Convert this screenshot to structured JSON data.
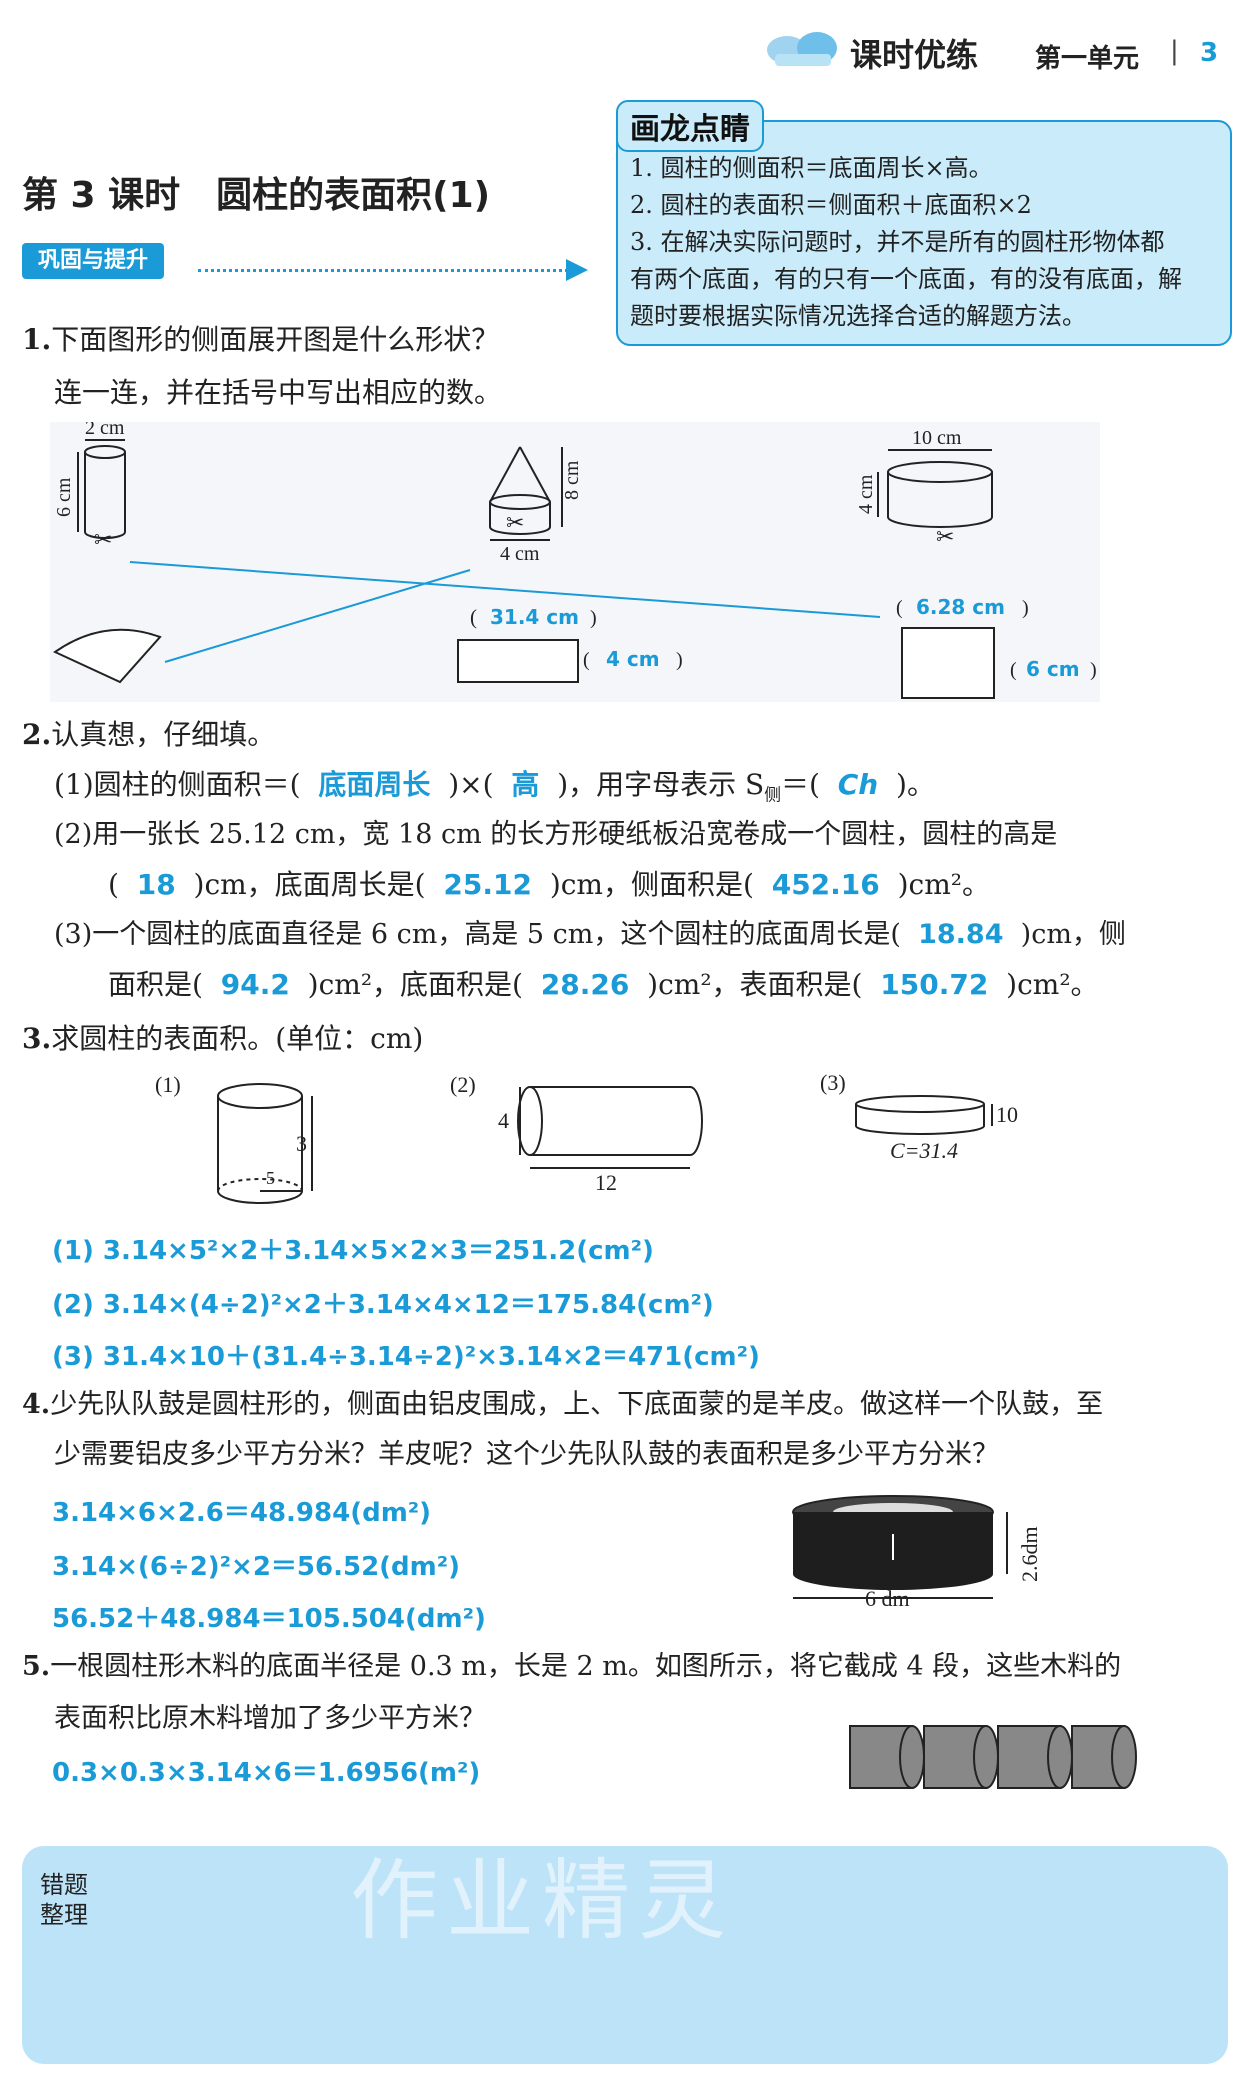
{
  "header": {
    "series": "课时优练",
    "unit": "第一单元",
    "sep": "|",
    "page": "3"
  },
  "lesson": {
    "title": "第 3 课时　圆柱的表面积(1)",
    "section": "巩固与提升"
  },
  "tips": {
    "heading": "画龙点睛",
    "lines": [
      "1. 圆柱的侧面积＝底面周长×高。",
      "2. 圆柱的表面积＝侧面积＋底面积×2",
      "3. 在解决实际问题时，并不是所有的圆柱形物体都",
      "有两个底面，有的只有一个底面，有的没有底面，解",
      "题时要根据实际情况选择合适的解题方法。"
    ]
  },
  "q1": {
    "num": "1.",
    "text1": "下面图形的侧面展开图是什么形状？",
    "text2": "连一连，并在括号中写出相应的数。",
    "fig": {
      "a_w": "2 cm",
      "a_h": "6 cm",
      "b_h": "8 cm",
      "b_w": "4 cm",
      "c_w": "10 cm",
      "c_h": "4 cm"
    },
    "ans_rect_long": "31.4 cm",
    "ans_rect_short": "4 cm",
    "ans_square_top": "6.28 cm",
    "ans_square_side": "6 cm"
  },
  "q2": {
    "num": "2.",
    "text": "认真想，仔细填。",
    "p1_pre": "(1)圆柱的侧面积＝(",
    "p1_a1": "底面周长",
    "p1_mid": ")×(",
    "p1_a2": "高",
    "p1_mid2": ")，用字母表示 S",
    "p1_sub": "侧",
    "p1_eq": "＝(",
    "p1_a3": "Ch",
    "p1_end": ")。",
    "p2_line1": "(2)用一张长 25.12 cm，宽 18 cm 的长方形硬纸板沿宽卷成一个圆柱，圆柱的高是",
    "p2_a1": "18",
    "p2_t1": ")cm，底面周长是(",
    "p2_a2": "25.12",
    "p2_t2": ")cm，侧面积是(",
    "p2_a3": "452.16",
    "p2_t3": ")cm²。",
    "p3_line1": "(3)一个圆柱的底面直径是 6 cm，高是 5 cm，这个圆柱的底面周长是(",
    "p3_a1": "18.84",
    "p3_t1": ")cm，侧",
    "p3_t2": "面积是(",
    "p3_a2": "94.2",
    "p3_t3": ")cm²，底面积是(",
    "p3_a3": "28.26",
    "p3_t4": ")cm²，表面积是(",
    "p3_a4": "150.72",
    "p3_t5": ")cm²。"
  },
  "q3": {
    "num": "3.",
    "text": "求圆柱的表面积。(单位：cm)",
    "fig1": {
      "tag": "(1)",
      "r": "5",
      "h": "3"
    },
    "fig2": {
      "tag": "(2)",
      "d": "4",
      "l": "12"
    },
    "fig3": {
      "tag": "(3)",
      "h": "10",
      "c": "C=31.4"
    },
    "ans1": "(1) 3.14×5²×2＋3.14×5×2×3＝251.2(cm²)",
    "ans2": "(2) 3.14×(4÷2)²×2＋3.14×4×12＝175.84(cm²)",
    "ans3": "(3) 31.4×10＋(31.4÷3.14÷2)²×3.14×2＝471(cm²)"
  },
  "q4": {
    "num": "4.",
    "text1": "少先队队鼓是圆柱形的，侧面由铝皮围成，上、下底面蒙的是羊皮。做这样一个队鼓，至",
    "text2": "少需要铝皮多少平方分米？羊皮呢？这个少先队队鼓的表面积是多少平方分米？",
    "ans1": "3.14×6×2.6＝48.984(dm²)",
    "ans2": "3.14×(6÷2)²×2＝56.52(dm²)",
    "ans3": "56.52＋48.984＝105.504(dm²)",
    "fig_h": "2.6dm",
    "fig_w": "6 dm"
  },
  "q5": {
    "num": "5.",
    "text1": "一根圆柱形木料的底面半径是 0.3 m，长是 2 m。如图所示，将它截成 4 段，这些木料的",
    "text2": "表面积比原木料增加了多少平方米？",
    "ans": "0.3×0.3×3.14×6＝1.6956(m²)"
  },
  "footer": {
    "box_line1": "错题",
    "box_line2": "整理",
    "watermark": "作业精灵"
  },
  "colors": {
    "accent": "#1a9ad6",
    "tipbox": "#c9ebfa",
    "footerbox": "#bde3f8"
  }
}
